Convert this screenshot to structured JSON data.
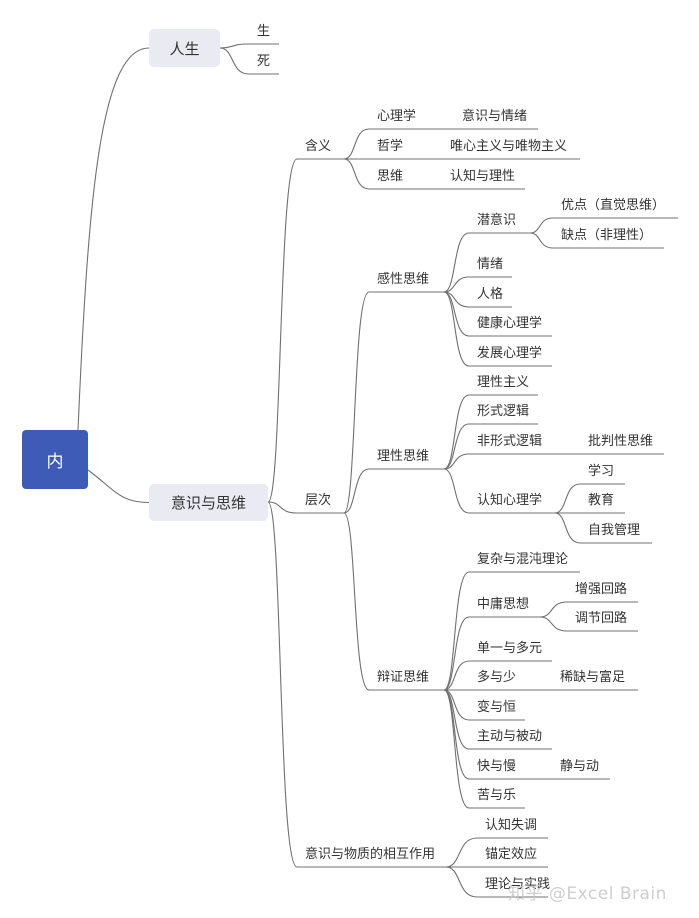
{
  "mindmap": {
    "root": {
      "id": "root",
      "label": "内"
    },
    "colors": {
      "root_fill": "#3d5bb7",
      "main_fill": "#e9eaf2",
      "line": "#707070",
      "text": "#333333"
    },
    "nodes": [
      {
        "id": "rensheng",
        "parent": "root",
        "label": "人生",
        "level": 1
      },
      {
        "id": "sheng",
        "parent": "rensheng",
        "label": "生",
        "level": 2
      },
      {
        "id": "si",
        "parent": "rensheng",
        "label": "死",
        "level": 2
      },
      {
        "id": "yishi",
        "parent": "root",
        "label": "意识与思维",
        "level": 1
      },
      {
        "id": "hanyi",
        "parent": "yishi",
        "label": "含义",
        "level": 2
      },
      {
        "id": "xinlixue",
        "parent": "hanyi",
        "label": "心理学",
        "level": 3
      },
      {
        "id": "yishiqingxu",
        "parent": "xinlixue",
        "label": "意识与情绪",
        "level": 4
      },
      {
        "id": "zhexue",
        "parent": "hanyi",
        "label": "哲学",
        "level": 3
      },
      {
        "id": "weixin",
        "parent": "zhexue",
        "label": "唯心主义与唯物主义",
        "level": 4
      },
      {
        "id": "siwei",
        "parent": "hanyi",
        "label": "思维",
        "level": 3
      },
      {
        "id": "renzhi",
        "parent": "siwei",
        "label": "认知与理性",
        "level": 4
      },
      {
        "id": "cengci",
        "parent": "yishi",
        "label": "层次",
        "level": 2
      },
      {
        "id": "ganxing",
        "parent": "cengci",
        "label": "感性思维",
        "level": 3
      },
      {
        "id": "qianyishi",
        "parent": "ganxing",
        "label": "潜意识",
        "level": 4
      },
      {
        "id": "youdian",
        "parent": "qianyishi",
        "label": "优点（直觉思维）",
        "level": 5
      },
      {
        "id": "quedian",
        "parent": "qianyishi",
        "label": "缺点（非理性）",
        "level": 5
      },
      {
        "id": "qingxu",
        "parent": "ganxing",
        "label": "情绪",
        "level": 4
      },
      {
        "id": "renge",
        "parent": "ganxing",
        "label": "人格",
        "level": 4
      },
      {
        "id": "jiankang",
        "parent": "ganxing",
        "label": "健康心理学",
        "level": 4
      },
      {
        "id": "fazhan",
        "parent": "ganxing",
        "label": "发展心理学",
        "level": 4
      },
      {
        "id": "lixing",
        "parent": "cengci",
        "label": "理性思维",
        "level": 3
      },
      {
        "id": "lixingzhuyi",
        "parent": "lixing",
        "label": "理性主义",
        "level": 4
      },
      {
        "id": "xingshi",
        "parent": "lixing",
        "label": "形式逻辑",
        "level": 4
      },
      {
        "id": "feixingshi",
        "parent": "lixing",
        "label": "非形式逻辑",
        "level": 4
      },
      {
        "id": "pipan",
        "parent": "feixingshi",
        "label": "批判性思维",
        "level": 5
      },
      {
        "id": "renzhixinli",
        "parent": "lixing",
        "label": "认知心理学",
        "level": 4
      },
      {
        "id": "xuexi",
        "parent": "renzhixinli",
        "label": "学习",
        "level": 5
      },
      {
        "id": "jiaoyu",
        "parent": "renzhixinli",
        "label": "教育",
        "level": 5
      },
      {
        "id": "ziwo",
        "parent": "renzhixinli",
        "label": "自我管理",
        "level": 5
      },
      {
        "id": "bianzheng",
        "parent": "cengci",
        "label": "辩证思维",
        "level": 3
      },
      {
        "id": "fuza",
        "parent": "bianzheng",
        "label": "复杂与混沌理论",
        "level": 4
      },
      {
        "id": "zhongyong",
        "parent": "bianzheng",
        "label": "中庸思想",
        "level": 4
      },
      {
        "id": "zengqiang",
        "parent": "zhongyong",
        "label": "增强回路",
        "level": 5
      },
      {
        "id": "tiaojie",
        "parent": "zhongyong",
        "label": "调节回路",
        "level": 5
      },
      {
        "id": "danyi",
        "parent": "bianzheng",
        "label": "单一与多元",
        "level": 4
      },
      {
        "id": "duoyushao",
        "parent": "bianzheng",
        "label": "多与少",
        "level": 4
      },
      {
        "id": "xique",
        "parent": "duoyushao",
        "label": "稀缺与富足",
        "level": 5
      },
      {
        "id": "bianyuheng",
        "parent": "bianzheng",
        "label": "变与恒",
        "level": 4
      },
      {
        "id": "zhudong",
        "parent": "bianzheng",
        "label": "主动与被动",
        "level": 4
      },
      {
        "id": "kuaiyuman",
        "parent": "bianzheng",
        "label": "快与慢",
        "level": 4
      },
      {
        "id": "jingyudong",
        "parent": "kuaiyuman",
        "label": "静与动",
        "level": 5
      },
      {
        "id": "kuyule",
        "parent": "bianzheng",
        "label": "苦与乐",
        "level": 4
      },
      {
        "id": "xianghu",
        "parent": "yishi",
        "label": "意识与物质的相互作用",
        "level": 2
      },
      {
        "id": "shitiao",
        "parent": "xianghu",
        "label": "认知失调",
        "level": 3
      },
      {
        "id": "maoding",
        "parent": "xianghu",
        "label": "锚定效应",
        "level": 3
      },
      {
        "id": "lilun",
        "parent": "xianghu",
        "label": "理论与实践",
        "level": 3
      }
    ]
  },
  "watermark": "知乎 @Excel Brain"
}
